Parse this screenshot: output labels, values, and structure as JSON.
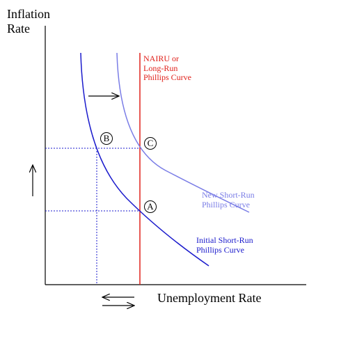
{
  "y_axis_title": "Inflation\nRate",
  "x_axis_title": "Unemployment Rate",
  "curves": {
    "nairu": {
      "label": "NAIRU or\nLong-Run\nPhillips Curve",
      "color": "#e0201a"
    },
    "new_short_run": {
      "label": "New Short-Run\nPhillips Curve",
      "color": "#7a7de6"
    },
    "initial_short_run": {
      "label": "Initial Short-Run\nPhillips Curve",
      "color": "#1a1acc"
    }
  },
  "points": {
    "a": "A",
    "b": "B",
    "c": "C"
  },
  "colors": {
    "axis": "#000000",
    "dotted": "#1a1acc"
  }
}
